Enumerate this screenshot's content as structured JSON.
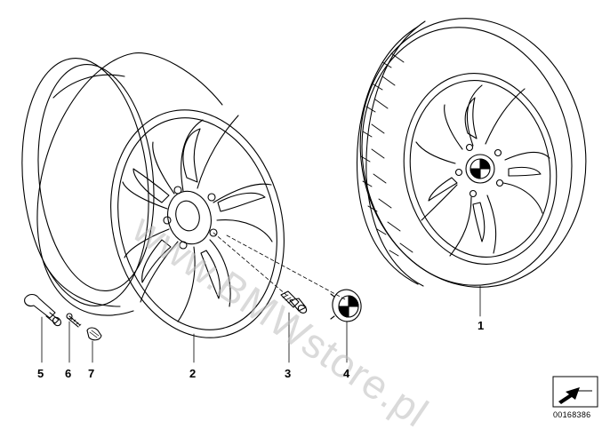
{
  "diagram": {
    "watermark": "www.BMWstore.pl",
    "image_number": "00168386",
    "callouts": [
      {
        "id": "5",
        "label": "5"
      },
      {
        "id": "6",
        "label": "6"
      },
      {
        "id": "7",
        "label": "7"
      },
      {
        "id": "2",
        "label": "2"
      },
      {
        "id": "3",
        "label": "3"
      },
      {
        "id": "4",
        "label": "4"
      },
      {
        "id": "1",
        "label": "1"
      }
    ],
    "parts": [
      {
        "id": "1",
        "name": "complete-wheel-with-tire"
      },
      {
        "id": "2",
        "name": "light-alloy-rim"
      },
      {
        "id": "3",
        "name": "wheel-bolt"
      },
      {
        "id": "4",
        "name": "hub-cap-emblem"
      },
      {
        "id": "5",
        "name": "valve-stem"
      },
      {
        "id": "6",
        "name": "valve-insert"
      },
      {
        "id": "7",
        "name": "valve-cap"
      }
    ],
    "icons": [
      "navigation-arrow-icon"
    ]
  }
}
